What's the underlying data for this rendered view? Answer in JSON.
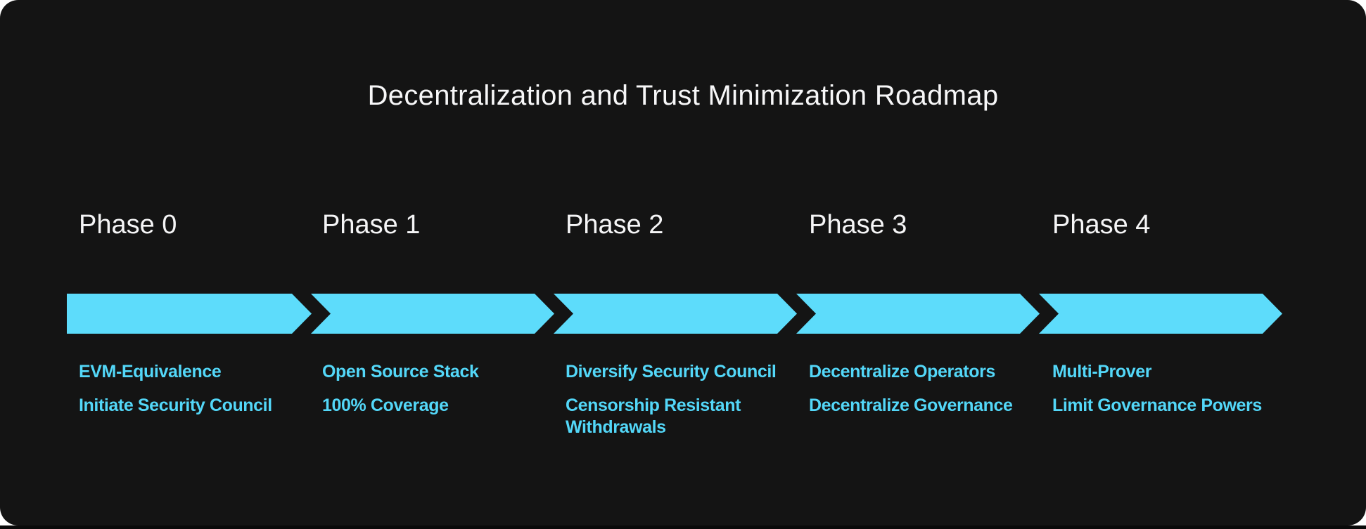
{
  "title": "Decentralization and Trust Minimization Roadmap",
  "colors": {
    "panel_background": "#141414",
    "page_background": "#ffffff",
    "bottom_strip": "#0a0a0a",
    "arrow_accent": "#5ddcfb",
    "item_text": "#53d7f8",
    "heading_text": "#f7f7f8"
  },
  "phases": [
    {
      "label": "Phase 0",
      "items": [
        "EVM-Equivalence",
        "Initiate Security Council"
      ]
    },
    {
      "label": "Phase 1",
      "items": [
        "Open Source Stack",
        "100% Coverage"
      ]
    },
    {
      "label": "Phase 2",
      "items": [
        "Diversify Security Council",
        "Censorship Resistant Withdrawals"
      ]
    },
    {
      "label": "Phase 3",
      "items": [
        "Decentralize Operators",
        "Decentralize Governance"
      ]
    },
    {
      "label": "Phase 4",
      "items": [
        "Multi-Prover",
        "Limit Governance Powers"
      ]
    }
  ]
}
